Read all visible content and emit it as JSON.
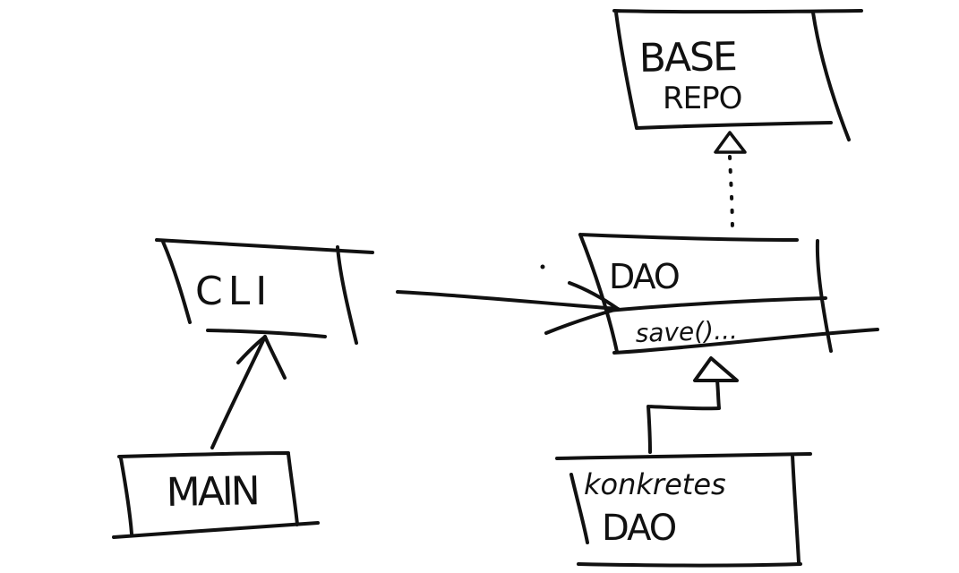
{
  "diagram": {
    "ink_color": "#111111",
    "background": "#ffffff",
    "nodes": {
      "base_repo": {
        "line1": "BASE",
        "line2": "REPO"
      },
      "dao": {
        "name": "DAO",
        "method": "save()..."
      },
      "cli": {
        "name": "CLI"
      },
      "main": {
        "name": "MAIN"
      },
      "konkretes_dao": {
        "line1": "konkretes",
        "line2": "DAO"
      }
    },
    "edges": [
      {
        "from": "dao",
        "to": "base_repo",
        "style": "dotted",
        "head": "hollow-triangle"
      },
      {
        "from": "cli",
        "to": "dao",
        "style": "solid",
        "head": "open-arrow"
      },
      {
        "from": "main",
        "to": "cli",
        "style": "solid",
        "head": "open-arrow"
      },
      {
        "from": "konkretes_dao",
        "to": "dao",
        "style": "solid",
        "head": "hollow-triangle"
      }
    ]
  }
}
